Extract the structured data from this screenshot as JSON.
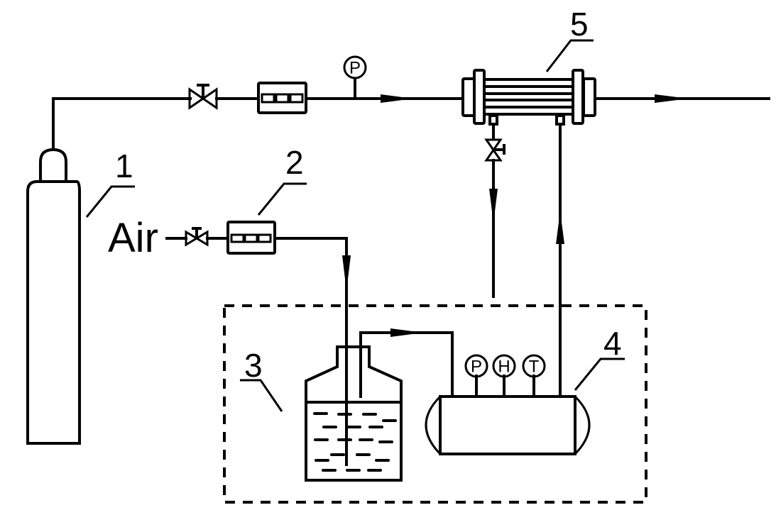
{
  "diagram": {
    "labels": {
      "air_inlet": "Air",
      "component_1": "1",
      "component_2": "2",
      "component_3": "3",
      "component_4": "4",
      "component_5": "5"
    },
    "gauges": {
      "main_line_pressure": "P",
      "chamber_pressure": "P",
      "chamber_humidity": "H",
      "chamber_temperature": "T"
    },
    "components": [
      {
        "id": "1",
        "name": "gas cylinder"
      },
      {
        "id": "2",
        "name": "air flow meter"
      },
      {
        "id": "3",
        "name": "humidifier bottle"
      },
      {
        "id": "4",
        "name": "chamber vessel"
      },
      {
        "id": "5",
        "name": "shell-and-tube heat exchanger"
      }
    ]
  }
}
